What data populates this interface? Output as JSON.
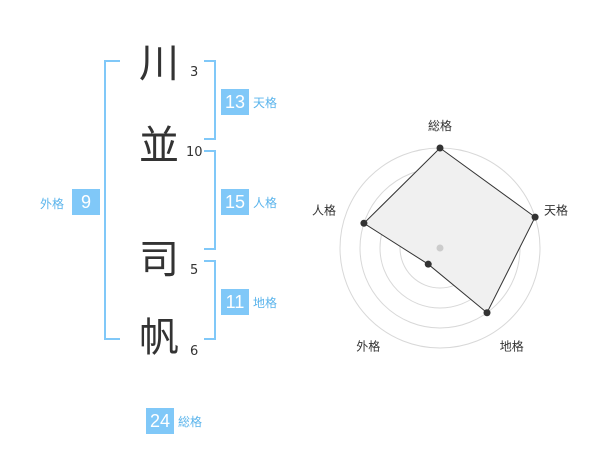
{
  "name": {
    "chars": [
      {
        "char": "川",
        "strokes": "3"
      },
      {
        "char": "並",
        "strokes": "10"
      },
      {
        "char": "司",
        "strokes": "5"
      },
      {
        "char": "帆",
        "strokes": "6"
      }
    ]
  },
  "fortune": {
    "gaikaku": {
      "value": "9",
      "label": "外格"
    },
    "tenkaku": {
      "value": "13",
      "label": "天格"
    },
    "jinkaku": {
      "value": "15",
      "label": "人格"
    },
    "chikaku": {
      "value": "11",
      "label": "地格"
    },
    "soukaku": {
      "value": "24",
      "label": "総格"
    }
  },
  "colors": {
    "accent": "#80c8f8",
    "label": "#5ab4ec",
    "text": "#333333"
  },
  "chart_data": {
    "type": "radar",
    "axes": [
      "総格",
      "天格",
      "地格",
      "外格",
      "人格"
    ],
    "values": [
      5,
      5,
      4,
      1,
      4
    ],
    "rmax": 5,
    "rings": 5
  }
}
